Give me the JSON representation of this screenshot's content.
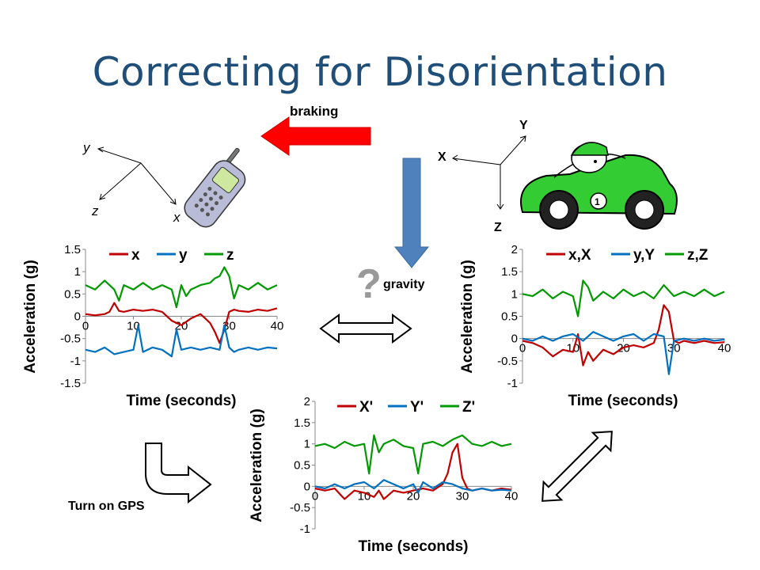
{
  "slide": {
    "title": "Correcting for Disorientation",
    "braking_label": "braking",
    "gravity_label": "gravity",
    "question_mark": "?",
    "turn_on_gps_label": "Turn on GPS",
    "phone_axes": {
      "y": "y",
      "z": "z",
      "x": "x"
    },
    "car_axes": {
      "Y": "Y",
      "X": "X",
      "Z": "Z"
    },
    "car_number": "1",
    "colors": {
      "title": "#1f4e79",
      "x_series": "#c00000",
      "y_series": "#0070c0",
      "z_series": "#009900",
      "braking_arrow": "#ff0000",
      "gravity_arrow": "#4f81bd",
      "question_mark": "#999999"
    }
  },
  "chart_data": [
    {
      "type": "line",
      "name": "phone-frame",
      "xlabel": "Time (seconds)",
      "ylabel": "Acceleration (g)",
      "xlim": [
        0,
        40
      ],
      "ylim": [
        -1.5,
        1.5
      ],
      "xticks": [
        "0",
        "10",
        "20",
        "30",
        "40"
      ],
      "yticks": [
        "1.5",
        "1",
        "0.5",
        "0",
        "-0.5",
        "-1",
        "-1.5"
      ],
      "legend": "top",
      "series": [
        {
          "name": "x",
          "color": "#c00000",
          "x": [
            0,
            2,
            4,
            5,
            6,
            7,
            8,
            10,
            12,
            14,
            16,
            18,
            20,
            22,
            24,
            25,
            26,
            27,
            28,
            29,
            30,
            31,
            32,
            34,
            36,
            38,
            40
          ],
          "y": [
            0.05,
            0.02,
            0.05,
            0.1,
            0.3,
            0.12,
            0.1,
            0.15,
            0.12,
            0.15,
            0.1,
            -0.1,
            -0.2,
            -0.05,
            0.05,
            -0.05,
            -0.15,
            -0.35,
            -0.6,
            -0.3,
            0.1,
            0.15,
            0.12,
            0.1,
            0.15,
            0.12,
            0.18
          ]
        },
        {
          "name": "y",
          "color": "#0070c0",
          "x": [
            0,
            2,
            4,
            6,
            8,
            10,
            11,
            12,
            14,
            16,
            18,
            19,
            20,
            22,
            24,
            26,
            28,
            29,
            30,
            31,
            32,
            34,
            36,
            38,
            40
          ],
          "y": [
            -0.75,
            -0.8,
            -0.7,
            -0.85,
            -0.8,
            -0.75,
            -0.2,
            -0.8,
            -0.7,
            -0.75,
            -0.9,
            -0.3,
            -0.75,
            -0.7,
            -0.75,
            -0.7,
            -0.75,
            -0.2,
            -0.7,
            -0.8,
            -0.75,
            -0.7,
            -0.75,
            -0.7,
            -0.72
          ]
        },
        {
          "name": "z",
          "color": "#009900",
          "x": [
            0,
            2,
            4,
            6,
            7,
            8,
            10,
            12,
            14,
            16,
            18,
            19,
            20,
            21,
            22,
            24,
            26,
            27,
            28,
            29,
            30,
            31,
            32,
            34,
            36,
            38,
            40
          ],
          "y": [
            0.7,
            0.6,
            0.8,
            0.6,
            0.35,
            0.7,
            0.6,
            0.75,
            0.6,
            0.7,
            0.6,
            0.2,
            0.7,
            0.45,
            0.6,
            0.7,
            0.75,
            0.85,
            0.9,
            1.1,
            0.9,
            0.4,
            0.7,
            0.6,
            0.75,
            0.6,
            0.7
          ]
        }
      ]
    },
    {
      "type": "line",
      "name": "car-frame",
      "xlabel": "Time (seconds)",
      "ylabel": "Acceleration (g)",
      "xlim": [
        0,
        40
      ],
      "ylim": [
        -1,
        2
      ],
      "xticks": [
        "0",
        "10",
        "20",
        "30",
        "40"
      ],
      "yticks": [
        "2",
        "1.5",
        "1",
        "0.5",
        "0",
        "-0.5",
        "-1"
      ],
      "legend": "top",
      "series": [
        {
          "name": "x,X",
          "color": "#c00000",
          "x": [
            0,
            2,
            4,
            6,
            8,
            10,
            11,
            12,
            13,
            14,
            16,
            18,
            20,
            22,
            24,
            26,
            27,
            28,
            29,
            30,
            31,
            32,
            34,
            36,
            38,
            40
          ],
          "y": [
            -0.05,
            -0.1,
            -0.2,
            -0.4,
            -0.25,
            -0.3,
            0.1,
            -0.6,
            -0.3,
            -0.5,
            -0.25,
            -0.35,
            -0.2,
            -0.15,
            -0.2,
            -0.1,
            0.2,
            0.75,
            0.6,
            -0.05,
            -0.1,
            -0.05,
            -0.1,
            -0.05,
            -0.1,
            -0.08
          ]
        },
        {
          "name": "y,Y",
          "color": "#0070c0",
          "x": [
            0,
            2,
            4,
            6,
            8,
            10,
            12,
            14,
            16,
            18,
            20,
            22,
            24,
            26,
            28,
            29,
            30,
            32,
            34,
            36,
            38,
            40
          ],
          "y": [
            0,
            -0.05,
            0.05,
            -0.05,
            0.05,
            0.1,
            -0.05,
            0.15,
            0.05,
            -0.05,
            0.05,
            0.1,
            -0.05,
            0.1,
            0.05,
            -0.8,
            -0.05,
            0,
            -0.05,
            0,
            -0.05,
            -0.02
          ]
        },
        {
          "name": "z,Z",
          "color": "#009900",
          "x": [
            0,
            2,
            4,
            6,
            8,
            10,
            11,
            12,
            13,
            14,
            16,
            18,
            20,
            22,
            24,
            26,
            28,
            30,
            32,
            34,
            36,
            38,
            40
          ],
          "y": [
            1.0,
            0.95,
            1.1,
            0.9,
            1.05,
            0.95,
            0.5,
            1.3,
            1.15,
            0.85,
            1.05,
            0.9,
            1.1,
            0.95,
            1.05,
            0.9,
            1.2,
            0.95,
            1.05,
            0.95,
            1.1,
            0.95,
            1.05
          ]
        }
      ]
    },
    {
      "type": "line",
      "name": "corrected-frame",
      "xlabel": "Time (seconds)",
      "ylabel": "Acceleration (g)",
      "xlim": [
        0,
        40
      ],
      "ylim": [
        -1,
        2
      ],
      "xticks": [
        "0",
        "10",
        "20",
        "30",
        "40"
      ],
      "yticks": [
        "2",
        "1.5",
        "1",
        "0.5",
        "0",
        "-0.5",
        "-1"
      ],
      "legend": "top",
      "series": [
        {
          "name": "X'",
          "color": "#c00000",
          "x": [
            0,
            2,
            4,
            6,
            8,
            10,
            12,
            13,
            14,
            16,
            18,
            20,
            22,
            24,
            26,
            27,
            28,
            29,
            30,
            31,
            32,
            34,
            36,
            38,
            40
          ],
          "y": [
            -0.05,
            -0.1,
            -0.05,
            -0.3,
            -0.1,
            -0.15,
            -0.25,
            -0.1,
            -0.3,
            -0.1,
            -0.15,
            -0.1,
            -0.05,
            -0.1,
            0.05,
            0.3,
            0.8,
            1.0,
            0.2,
            -0.05,
            -0.1,
            -0.05,
            -0.1,
            -0.05,
            -0.08
          ]
        },
        {
          "name": "Y'",
          "color": "#0070c0",
          "x": [
            0,
            2,
            4,
            6,
            8,
            10,
            12,
            14,
            16,
            18,
            20,
            21,
            22,
            24,
            26,
            28,
            30,
            32,
            34,
            36,
            38,
            40
          ],
          "y": [
            0,
            -0.05,
            0.05,
            -0.05,
            0.05,
            0.1,
            -0.05,
            0.15,
            0.05,
            -0.05,
            0.05,
            -0.15,
            0.1,
            -0.05,
            0.1,
            0.05,
            -0.05,
            -0.1,
            -0.05,
            -0.1,
            -0.08,
            -0.1
          ]
        },
        {
          "name": "Z'",
          "color": "#009900",
          "x": [
            0,
            2,
            4,
            6,
            8,
            10,
            11,
            12,
            13,
            14,
            16,
            18,
            20,
            21,
            22,
            24,
            26,
            28,
            30,
            32,
            34,
            36,
            38,
            40
          ],
          "y": [
            0.95,
            1.0,
            0.9,
            1.05,
            0.95,
            1.0,
            0.3,
            1.2,
            0.8,
            1.0,
            1.1,
            0.95,
            0.9,
            0.3,
            1.0,
            1.05,
            0.95,
            1.1,
            1.2,
            1.0,
            0.95,
            1.05,
            0.95,
            1.0
          ]
        }
      ]
    }
  ]
}
